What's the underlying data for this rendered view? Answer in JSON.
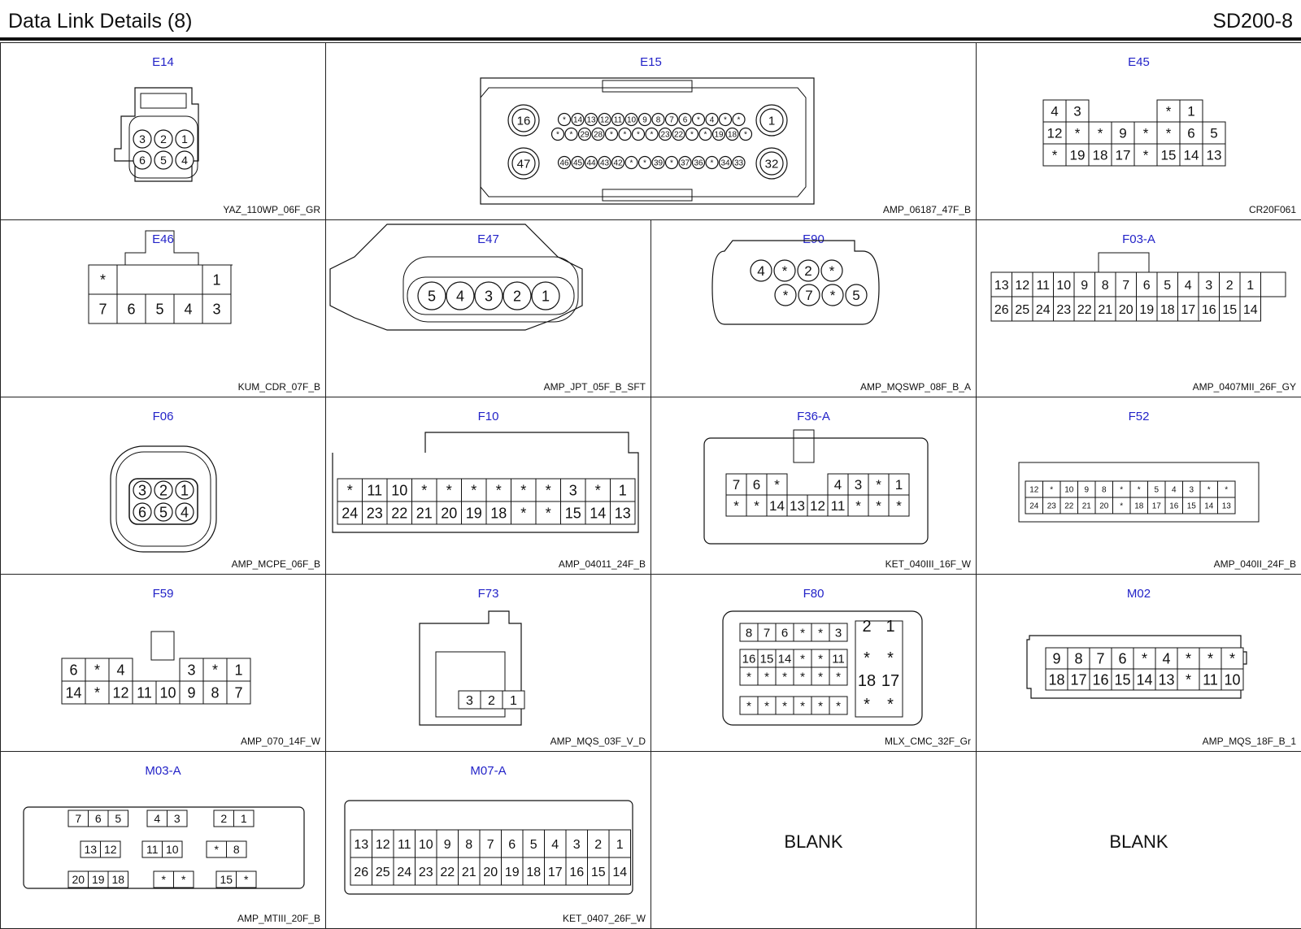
{
  "page": {
    "title": "Data Link Details (8)",
    "code": "SD200-8"
  },
  "connectors": [
    {
      "label": "E14",
      "part": "YAZ_110WP_06F_GR",
      "style": "round",
      "pins": [
        [
          "3",
          "2",
          "1"
        ],
        [
          "6",
          "5",
          "4"
        ]
      ]
    },
    {
      "label": "E15",
      "part": "AMP_06187_47F_B",
      "style": "e15",
      "big": [
        "16",
        "1",
        "47",
        "32"
      ],
      "pins": [
        [
          "*",
          "14",
          "13",
          "12",
          "11",
          "10",
          "9",
          "8",
          "7",
          "6",
          "*",
          "4",
          "*",
          "*"
        ],
        [
          "*",
          "*",
          "29",
          "28",
          "*",
          "*",
          "*",
          "*",
          "23",
          "22",
          "*",
          "*",
          "19",
          "18",
          "*"
        ],
        [
          "46",
          "45",
          "44",
          "43",
          "42",
          "*",
          "*",
          "39",
          "*",
          "37",
          "36",
          "*",
          "34",
          "33"
        ]
      ]
    },
    {
      "label": "E45",
      "part": "CR20F061",
      "style": "grid",
      "pins": [
        [
          "",
          "4",
          "3",
          "",
          "",
          "",
          "*",
          "1",
          ""
        ],
        [
          "12",
          "*",
          "*",
          "9",
          "*",
          "*",
          "6",
          "5"
        ],
        [
          "*",
          "19",
          "18",
          "17",
          "*",
          "15",
          "14",
          "13"
        ]
      ]
    },
    {
      "label": "E46",
      "part": "KUM_CDR_07F_B",
      "style": "grid",
      "pins": [
        [
          "*",
          "",
          "",
          "",
          "1"
        ],
        [
          "7",
          "6",
          "5",
          "4",
          "3"
        ]
      ]
    },
    {
      "label": "E47",
      "part": "AMP_JPT_05F_B_SFT",
      "style": "round",
      "pins": [
        [
          "5",
          "4",
          "3",
          "2",
          "1"
        ]
      ]
    },
    {
      "label": "E90",
      "part": "AMP_MQSWP_08F_B_A",
      "style": "round",
      "pins": [
        [
          "4",
          "*",
          "2",
          "*"
        ],
        [
          "*",
          "7",
          "*",
          "5"
        ]
      ]
    },
    {
      "label": "F03-A",
      "part": "AMP_0407MII_26F_GY",
      "style": "grid",
      "pins": [
        [
          "13",
          "12",
          "11",
          "10",
          "9",
          "8",
          "7",
          "6",
          "5",
          "4",
          "3",
          "2",
          "1"
        ],
        [
          "26",
          "25",
          "24",
          "23",
          "22",
          "21",
          "20",
          "19",
          "18",
          "17",
          "16",
          "15",
          "14"
        ]
      ]
    },
    {
      "label": "F06",
      "part": "AMP_MCPE_06F_B",
      "style": "round",
      "pins": [
        [
          "3",
          "2",
          "1"
        ],
        [
          "6",
          "5",
          "4"
        ]
      ]
    },
    {
      "label": "F10",
      "part": "AMP_04011_24F_B",
      "style": "grid",
      "pins": [
        [
          "*",
          "11",
          "10",
          "*",
          "*",
          "*",
          "*",
          "*",
          "*",
          "3",
          "*",
          "1"
        ],
        [
          "24",
          "23",
          "22",
          "21",
          "20",
          "19",
          "18",
          "*",
          "*",
          "15",
          "14",
          "13"
        ]
      ]
    },
    {
      "label": "F36-A",
      "part": "KET_040III_16F_W",
      "style": "grid",
      "pins": [
        [
          "7",
          "6",
          "*",
          "",
          "",
          "4",
          "3",
          "*",
          "1"
        ],
        [
          "*",
          "*",
          "14",
          "13",
          "12",
          "11",
          "*",
          "*",
          "*"
        ]
      ]
    },
    {
      "label": "F52",
      "part": "AMP_040II_24F_B",
      "style": "grid",
      "pins": [
        [
          "12",
          "*",
          "10",
          "9",
          "8",
          "*",
          "*",
          "5",
          "4",
          "3",
          "*",
          "*"
        ],
        [
          "24",
          "23",
          "22",
          "21",
          "20",
          "*",
          "18",
          "17",
          "16",
          "15",
          "14",
          "13"
        ]
      ]
    },
    {
      "label": "F59",
      "part": "AMP_070_14F_W",
      "style": "grid",
      "pins": [
        [
          "6",
          "*",
          "4",
          "",
          "",
          "3",
          "*",
          "1"
        ],
        [
          "14",
          "*",
          "12",
          "11",
          "10",
          "9",
          "8",
          "7"
        ]
      ]
    },
    {
      "label": "F73",
      "part": "AMP_MQS_03F_V_D",
      "style": "grid",
      "pins": [
        [
          "3",
          "2",
          "1"
        ]
      ]
    },
    {
      "label": "F80",
      "part": "MLX_CMC_32F_Gr",
      "style": "grid",
      "pins": [
        [
          "8",
          "7",
          "6",
          "*",
          "*",
          "3",
          "2",
          "1"
        ],
        [
          "16",
          "15",
          "14",
          "*",
          "*",
          "11",
          "*",
          "*"
        ],
        [
          "*",
          "*",
          "*",
          "*",
          "*",
          "*",
          "18",
          "17"
        ],
        [
          "*",
          "*",
          "*",
          "*",
          "*",
          "*",
          "*",
          "*"
        ]
      ]
    },
    {
      "label": "M02",
      "part": "AMP_MQS_18F_B_1",
      "style": "grid",
      "pins": [
        [
          "9",
          "8",
          "7",
          "6",
          "*",
          "4",
          "*",
          "*",
          "*"
        ],
        [
          "18",
          "17",
          "16",
          "15",
          "14",
          "13",
          "*",
          "11",
          "10"
        ]
      ]
    },
    {
      "label": "M03-A",
      "part": "AMP_MTIII_20F_B",
      "style": "grid",
      "pins": [
        [
          "7",
          "6",
          "5",
          "4",
          "3",
          "2",
          "1"
        ],
        [
          "13",
          "12",
          "11",
          "10",
          "*",
          "8"
        ],
        [
          "20",
          "19",
          "18",
          "*",
          "*",
          "15",
          "*"
        ]
      ]
    },
    {
      "label": "M07-A",
      "part": "KET_0407_26F_W",
      "style": "grid",
      "pins": [
        [
          "13",
          "12",
          "11",
          "10",
          "9",
          "8",
          "7",
          "6",
          "5",
          "4",
          "3",
          "2",
          "1"
        ],
        [
          "26",
          "25",
          "24",
          "23",
          "22",
          "21",
          "20",
          "19",
          "18",
          "17",
          "16",
          "15",
          "14"
        ]
      ]
    },
    {
      "blank": "BLANK"
    },
    {
      "blank": "BLANK"
    }
  ]
}
